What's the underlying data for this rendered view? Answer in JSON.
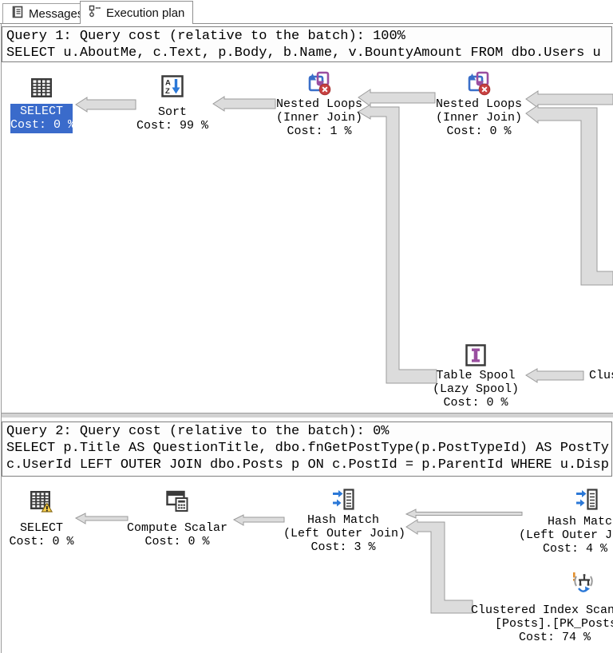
{
  "tabs": {
    "messages": {
      "label": "Messages",
      "icon": "messages-icon",
      "active": false
    },
    "execution_plan": {
      "label": "Execution plan",
      "icon": "execution-plan-icon",
      "active": true
    }
  },
  "colors": {
    "selected_node_bg": "#3a6bcb",
    "selected_node_text": "#ffffff",
    "arrow_fill": "#dcdcdc",
    "arrow_border": "#9b9b9b",
    "error_badge_red": "#c84040",
    "warning_badge_yellow": "#fcd34d",
    "loop_blue": "#3a6fc9",
    "loop_purple": "#9a4ea0",
    "hash_arrow_blue": "#2b78d7",
    "scan_warning_orange": "#e2902f"
  },
  "query1": {
    "header": {
      "line1": "Query 1: Query cost (relative to the batch): 100%",
      "line2": "SELECT u.AboutMe, c.Text, p.Body, b.Name, v.BountyAmount FROM dbo.Users u"
    },
    "ops": {
      "select": {
        "icon": "result-grid-icon",
        "selected": true,
        "line1": "SELECT",
        "line2": "Cost: 0 %"
      },
      "sort": {
        "icon": "sort-icon",
        "line1": "Sort",
        "line2": "Cost: 99 %"
      },
      "nested_loops_a": {
        "icon": "nested-loops-icon",
        "badge": "error-badge",
        "line1": "Nested Loops",
        "line2": "(Inner Join)",
        "line3": "Cost: 1 %"
      },
      "nested_loops_b": {
        "icon": "nested-loops-icon",
        "badge": "error-badge",
        "line1": "Nested Loops",
        "line2": "(Inner Join)",
        "line3": "Cost: 0 %"
      },
      "table_spool": {
        "icon": "table-spool-icon",
        "line1": "Table Spool",
        "line2": "(Lazy Spool)",
        "line3": "Cost: 0 %"
      },
      "clustered_fragment": {
        "line1": "Clus"
      }
    }
  },
  "query2": {
    "header": {
      "line1": "Query 2: Query cost (relative to the batch): 0%",
      "line2": "SELECT p.Title AS QuestionTitle, dbo.fnGetPostType(p.PostTypeId) AS PostTy",
      "line3": "c.UserId LEFT OUTER JOIN dbo.Posts p ON c.PostId = p.ParentId WHERE u.Disp"
    },
    "ops": {
      "select": {
        "icon": "result-grid-icon",
        "badge": "warning-badge",
        "line1": "SELECT",
        "line2": "Cost: 0 %"
      },
      "compute_scalar": {
        "icon": "compute-scalar-icon",
        "line1": "Compute Scalar",
        "line2": "Cost: 0 %"
      },
      "hash_match_a": {
        "icon": "hash-match-icon",
        "line1": "Hash Match",
        "line2": "(Left Outer Join)",
        "line3": "Cost: 3 %"
      },
      "hash_match_b": {
        "icon": "hash-match-icon",
        "line1": "Hash Match",
        "line2": "(Left Outer J",
        "line3": "Cost: 4 %"
      },
      "clustered_index_scan": {
        "icon": "clustered-index-scan-icon",
        "line1": "Clustered Index Scan",
        "line2": "[Posts].[PK_Posts",
        "line3": "Cost: 74 %"
      }
    }
  }
}
